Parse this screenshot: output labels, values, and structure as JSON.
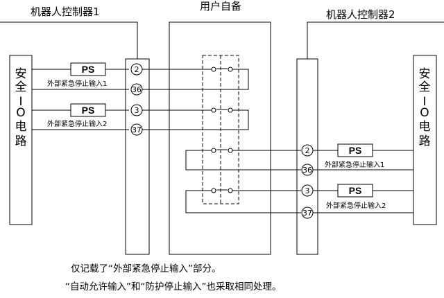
{
  "labels": {
    "controller1": "机器人控制器1",
    "user_equipment": "用户自备",
    "controller2": "机器人控制器2",
    "safety_left": [
      "安",
      "全",
      "I",
      "O",
      "电",
      "路"
    ],
    "safety_right": [
      "安",
      "全",
      "I",
      "O",
      "电",
      "路"
    ]
  },
  "left_rows": [
    {
      "ps": "PS",
      "caption": "外部紧急停止输入1",
      "term_top": "2",
      "term_bottom": "36"
    },
    {
      "ps": "PS",
      "caption": "外部紧急停止输入2",
      "term_top": "3",
      "term_bottom": "37"
    }
  ],
  "right_rows": [
    {
      "ps": "PS",
      "caption": "外部紧急停止输入1",
      "term_top": "2",
      "term_bottom": "36"
    },
    {
      "ps": "PS",
      "caption": "外部紧急停止输入2",
      "term_top": "3",
      "term_bottom": "37"
    }
  ],
  "notes": {
    "line1": "仅记载了“外部紧急停止输入”部分。",
    "line2": "“自动允许输入”和“防护停止输入”也采取相同处理。"
  }
}
